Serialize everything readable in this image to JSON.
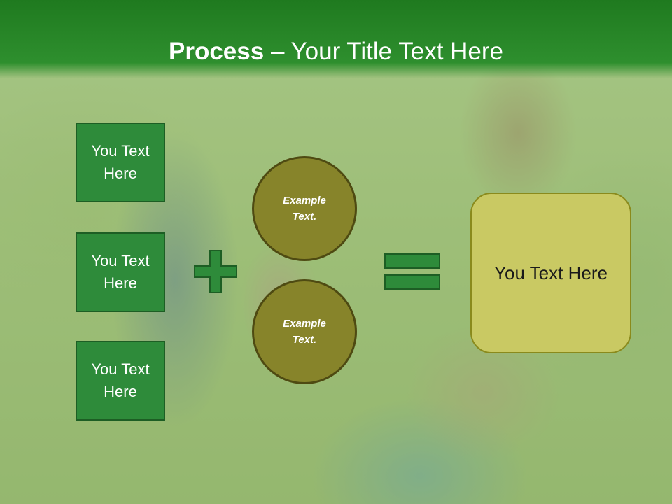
{
  "slide": {
    "title_bold": "Process",
    "title_rest": " – Your Title Text Here"
  },
  "boxes": [
    {
      "label": "You Text Here"
    },
    {
      "label": "You Text Here"
    },
    {
      "label": "You Text Here"
    }
  ],
  "circles": [
    {
      "label": "Example Text."
    },
    {
      "label": "Example Text."
    }
  ],
  "result": {
    "label": "You Text Here"
  },
  "icons": {
    "plus": "plus-icon",
    "equals": "equals-icon"
  },
  "colors": {
    "header": "#2e8f2e",
    "box": "#2e8b3a",
    "circle": "#87842a",
    "result": "#c9c963"
  }
}
